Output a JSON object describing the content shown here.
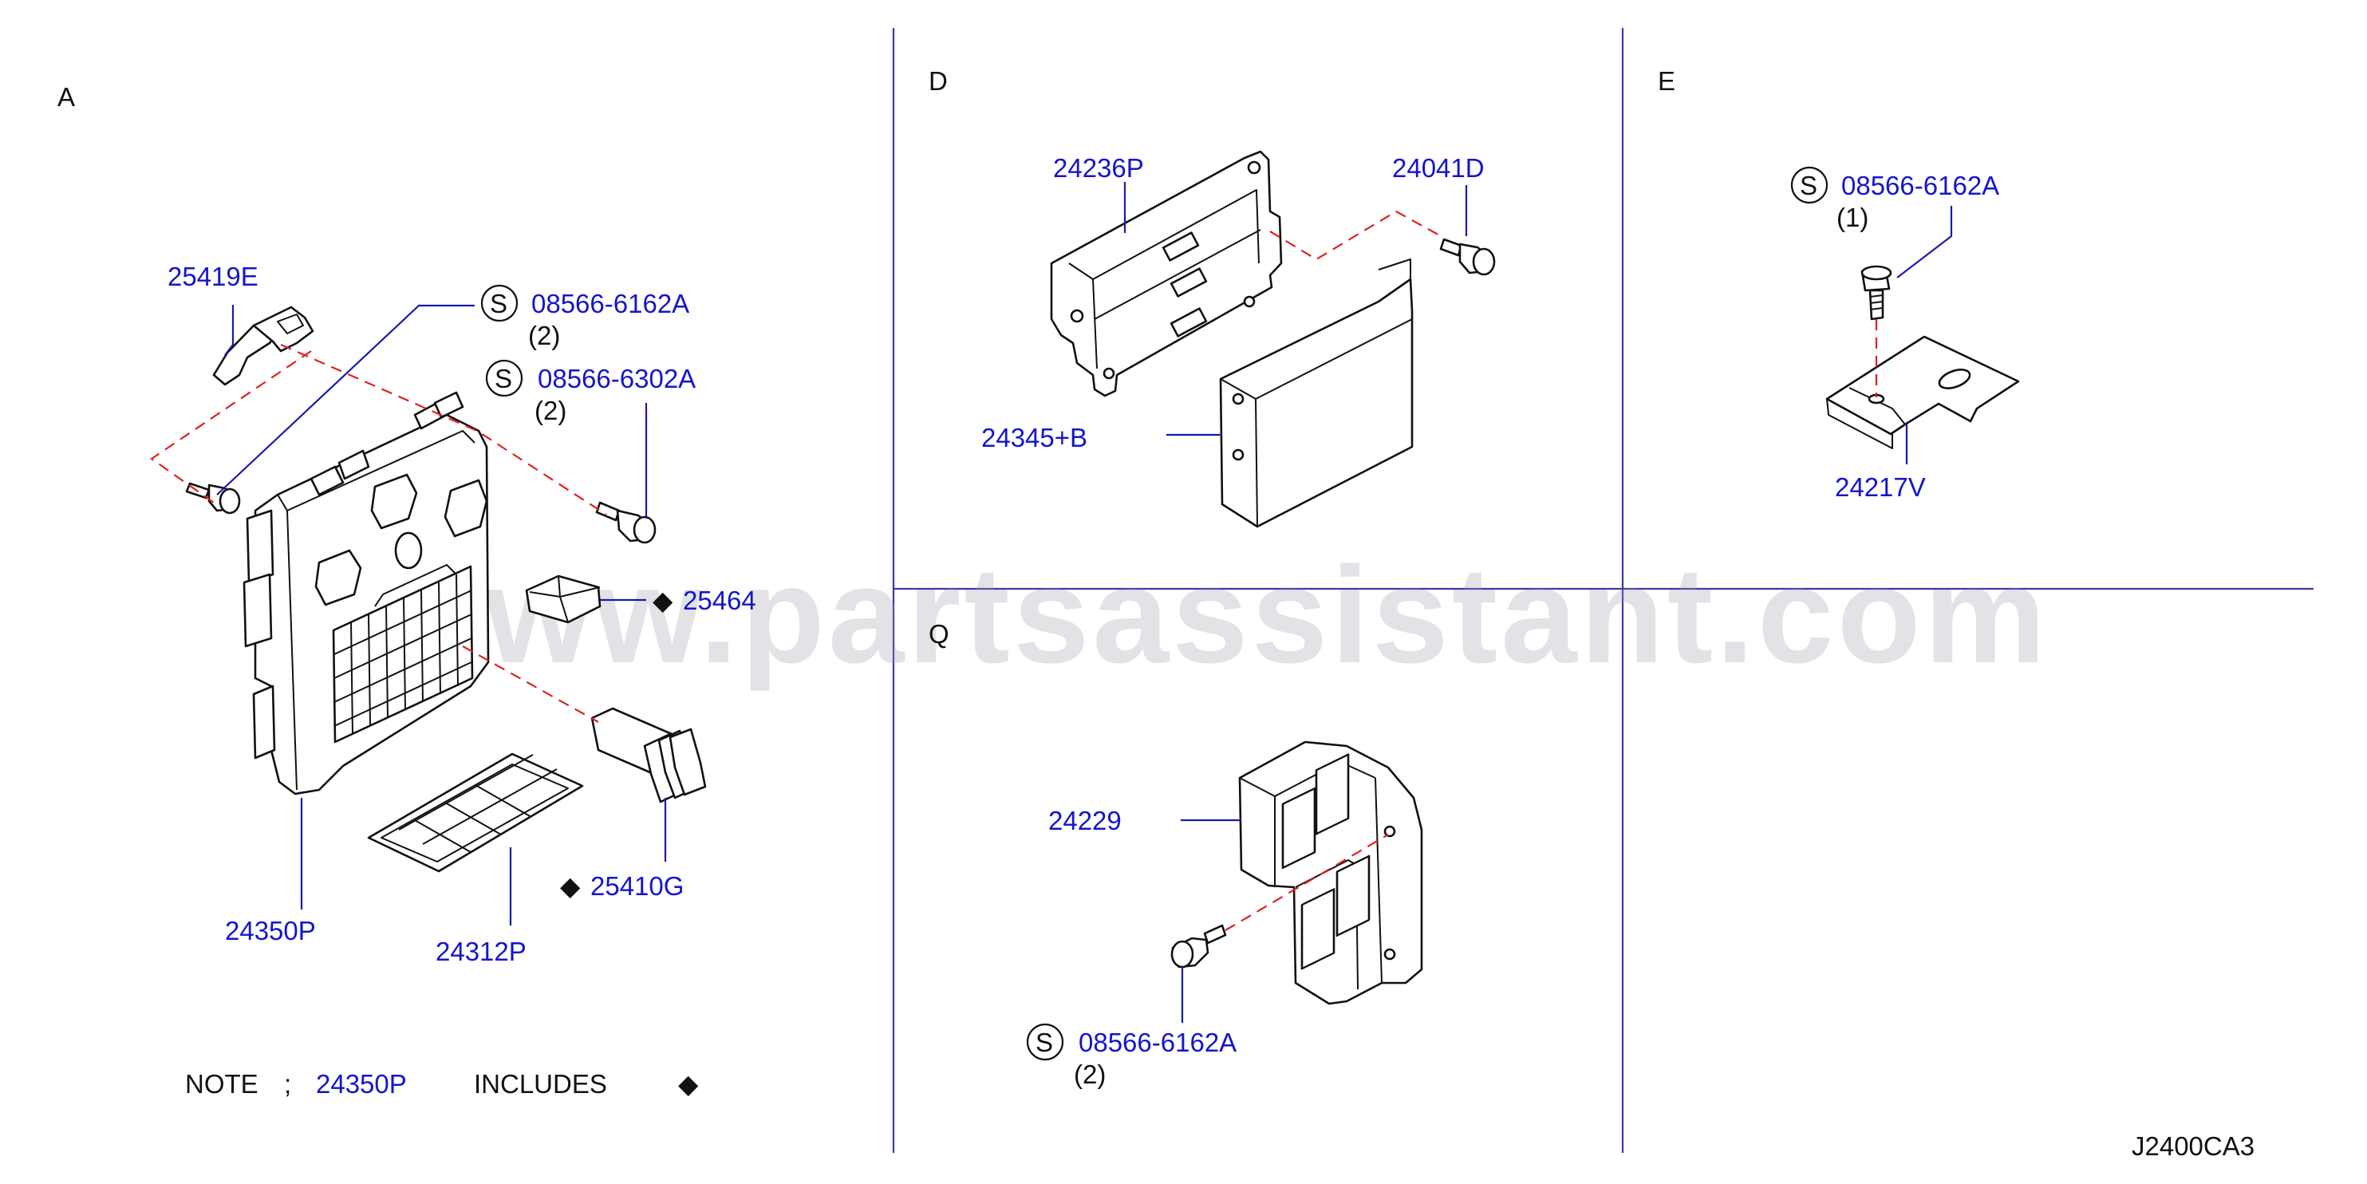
{
  "sections": {
    "A": "A",
    "D": "D",
    "E": "E",
    "Q": "Q"
  },
  "parts": {
    "p25419E": "25419E",
    "p08566_6162A_A": "08566-6162A",
    "qty_A1": "(2)",
    "p08566_6302A": "08566-6302A",
    "qty_A2": "(2)",
    "p25464": "25464",
    "p25410G": "25410G",
    "p24350P": "24350P",
    "p24312P": "24312P",
    "p24236P": "24236P",
    "p24041D": "24041D",
    "p24345B": "24345+B",
    "p08566_6162A_E": "08566-6162A",
    "qty_E": "(1)",
    "p24217V": "24217V",
    "p24229": "24229",
    "p08566_6162A_Q": "08566-6162A",
    "qty_Q": "(2)"
  },
  "symbols": {
    "s": "S",
    "diamond": "◆"
  },
  "note": {
    "prefix": "NOTE",
    "sep": ";",
    "part": "24350P",
    "includes": "INCLUDES",
    "symbol": "◆"
  },
  "code": "J2400CA3",
  "watermark": "www.partsassistant.com",
  "colors": {
    "part_label": "#1515cc",
    "leader": "#1a1aa8",
    "dashed": "#e02020"
  }
}
